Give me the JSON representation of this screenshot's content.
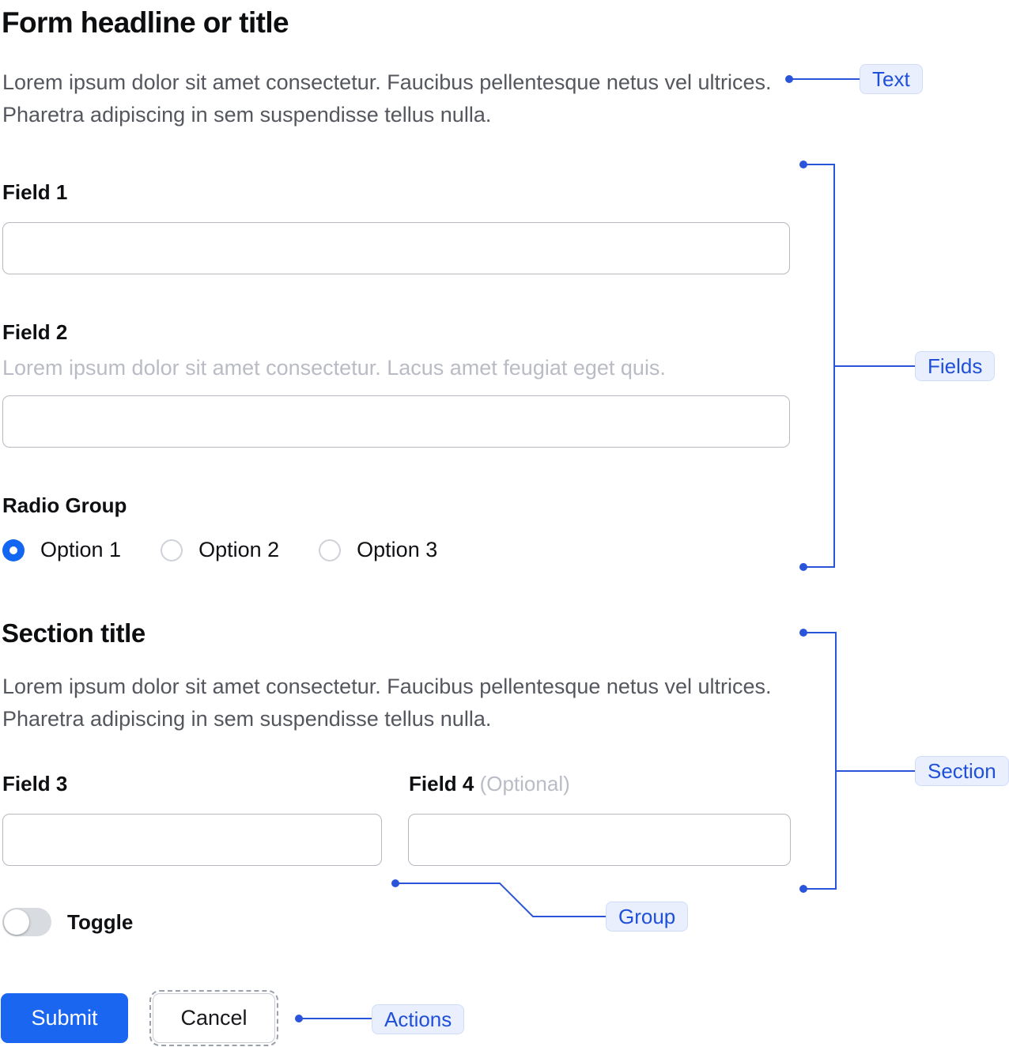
{
  "page": {
    "title": "Form headline or title",
    "intro": "Lorem ipsum dolor sit amet consectetur. Faucibus pellentesque netus vel ultrices. Pharetra adipiscing in sem suspendisse tellus nulla."
  },
  "fields": {
    "field1": {
      "label": "Field 1",
      "value": ""
    },
    "field2": {
      "label": "Field 2",
      "help": "Lorem ipsum dolor sit amet consectetur. Lacus amet feugiat eget quis.",
      "value": ""
    },
    "radio_group": {
      "label": "Radio Group",
      "options": [
        "Option 1",
        "Option 2",
        "Option 3"
      ],
      "selected": "Option 1"
    }
  },
  "section": {
    "title": "Section title",
    "description": "Lorem ipsum dolor sit amet consectetur. Faucibus pellentesque netus vel ultrices. Pharetra adipiscing in sem suspendisse tellus nulla.",
    "field3": {
      "label": "Field 3",
      "value": ""
    },
    "field4": {
      "label": "Field 4",
      "optional": "(Optional)",
      "value": ""
    },
    "toggle": {
      "label": "Toggle",
      "state": "off"
    }
  },
  "actions": {
    "submit_label": "Submit",
    "cancel_label": "Cancel"
  },
  "annotations": {
    "text_label": "Text",
    "fields_label": "Fields",
    "section_label": "Section",
    "group_label": "Group",
    "actions_label": "Actions",
    "accent_color": "#2a55da",
    "pill_bg_color": "#e9effd",
    "pill_text_color": "#2050d8"
  },
  "colors": {
    "primary_button": "#1b66f1",
    "radio_selected": "#1266f1",
    "body_text": "#54575e",
    "muted_text": "#b9bcc4"
  }
}
